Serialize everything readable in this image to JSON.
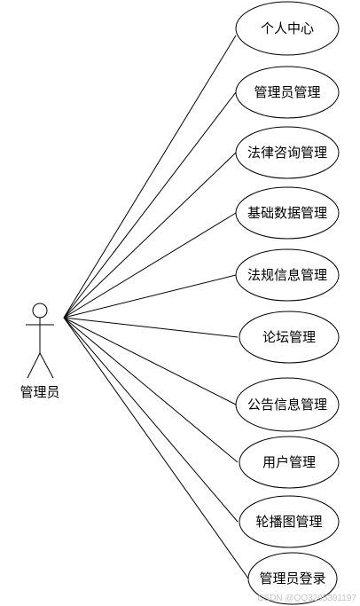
{
  "actor": {
    "label": "管理员"
  },
  "use_cases": [
    {
      "label": "个人中心"
    },
    {
      "label": "管理员管理"
    },
    {
      "label": "法律咨询管理"
    },
    {
      "label": "基础数据管理"
    },
    {
      "label": "法规信息管理"
    },
    {
      "label": "论坛管理"
    },
    {
      "label": "公告信息管理"
    },
    {
      "label": "用户管理"
    },
    {
      "label": "轮播图管理"
    },
    {
      "label": "管理员登录"
    }
  ],
  "watermark": "CSDN @QQ3295391197",
  "colors": {
    "stroke": "#000000",
    "background": "#ffffff",
    "watermark": "#c4c4c4"
  }
}
